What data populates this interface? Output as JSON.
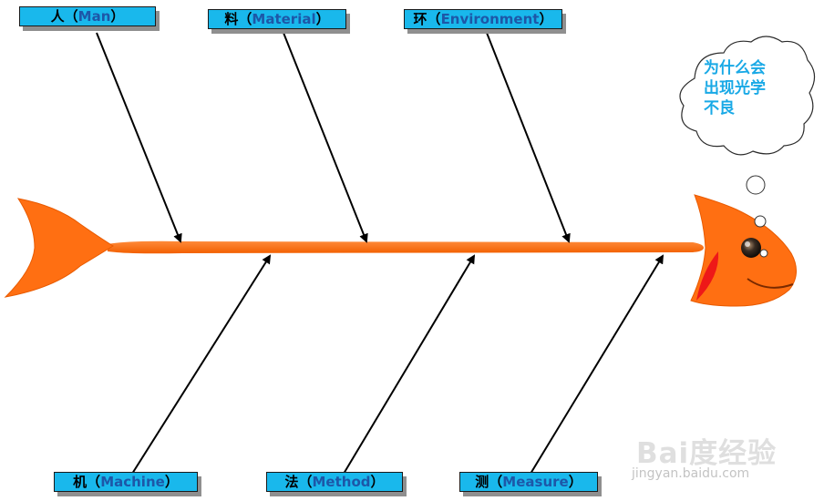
{
  "causes": {
    "man": {
      "zh": "人",
      "en": "Man"
    },
    "material": {
      "zh": "料",
      "en": "Material"
    },
    "environment": {
      "zh": "环",
      "en": "Environment"
    },
    "machine": {
      "zh": "机",
      "en": "Machine"
    },
    "method": {
      "zh": "法",
      "en": "Method"
    },
    "measure": {
      "zh": "测",
      "en": "Measure"
    }
  },
  "paren_open": "（",
  "paren_close": "）",
  "thought": {
    "line1": "为什么会",
    "line2": "出现光学",
    "line3": "不良"
  },
  "watermark": {
    "logo": "Bai度经验",
    "url": "jingyan.baidu.com"
  },
  "colors": {
    "fish": "#ff6f12",
    "fish_dark": "#e85a00",
    "label_box": "#19b8ec",
    "label_en": "#1d57a8",
    "thought_text": "#19a9e6"
  },
  "icons": [
    "fish-tail-icon",
    "fish-head-icon",
    "fish-eye-icon",
    "thought-cloud-icon"
  ]
}
